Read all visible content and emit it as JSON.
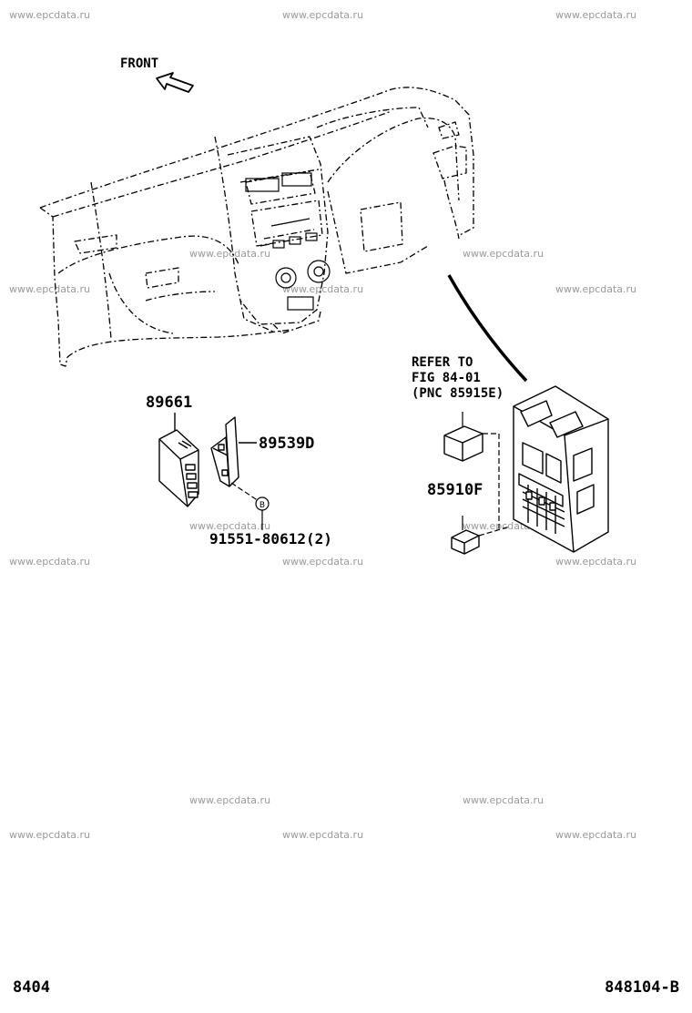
{
  "watermark_text": "www.epcdata.ru",
  "diagram": {
    "front_label": "FRONT",
    "refer_note": {
      "line1": "REFER TO",
      "line2": "FIG 84-01",
      "line3": "(PNC 85915E)"
    },
    "parts": {
      "ecu": "89661",
      "bracket": "89539D",
      "bolt": "91551-80612(2)",
      "relay": "85910F",
      "bolt_marker": "B"
    }
  },
  "footer": {
    "page_number": "8404",
    "figure_code": "848104-B"
  }
}
